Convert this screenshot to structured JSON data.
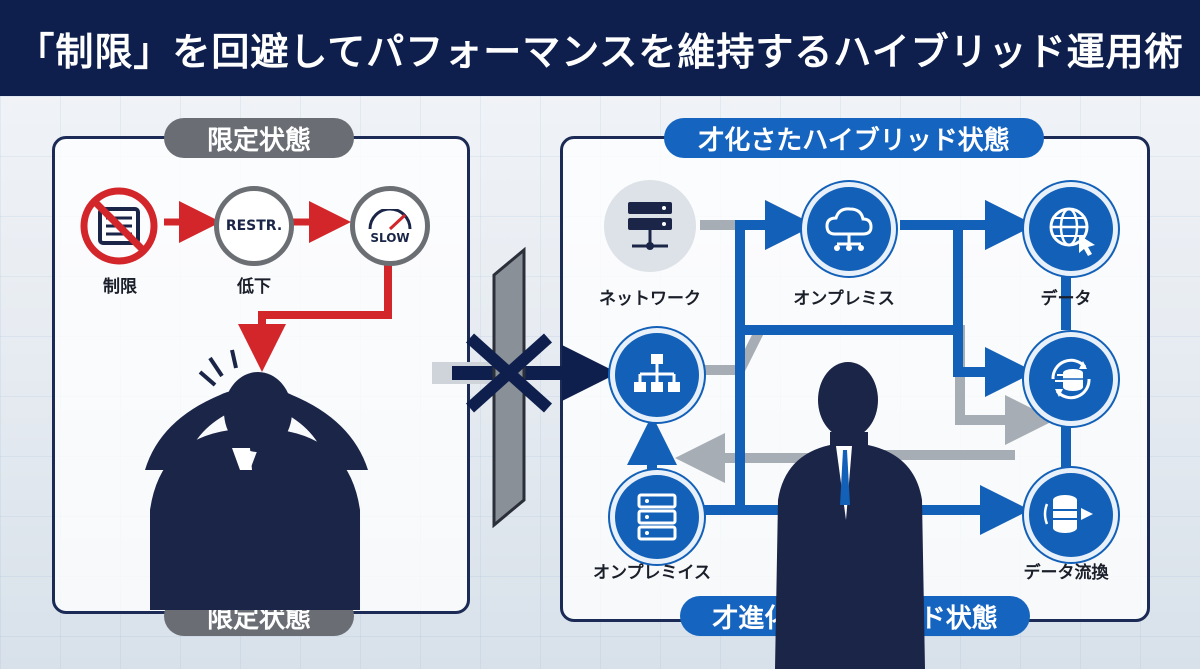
{
  "title": "「制限」を回避してパフォーマンスを維持するハイブリッド運用術",
  "left": {
    "top_label": "限定状態",
    "bottom_label": "限定状態",
    "nodes": [
      {
        "label": "制限",
        "icon": "restricted-server-icon"
      },
      {
        "label": "低下",
        "icon_text": "RESTR."
      },
      {
        "icon_text": "SLOW",
        "icon": "speedometer-icon"
      }
    ]
  },
  "right": {
    "top_label": "才化さたハイブリッド状態",
    "bottom_label": "才進化ハイブリッド状態",
    "nodes": [
      {
        "label": "ネットワーク",
        "icon": "server-rack-icon"
      },
      {
        "label": "オンプレミス",
        "icon": "cloud-network-icon"
      },
      {
        "label": "データ",
        "icon": "globe-cursor-icon"
      },
      {
        "label": "",
        "icon": "hierarchy-icon"
      },
      {
        "label": "",
        "icon": "database-sync-icon"
      },
      {
        "label": "オンプレミイス",
        "icon": "server-stack-icon"
      },
      {
        "label": "データ流換",
        "icon": "database-transfer-icon"
      }
    ]
  },
  "colors": {
    "header_bg": "#0e1f4d",
    "accent_blue": "#1260b8",
    "accent_red": "#d3262b",
    "gray": "#6a6e74"
  }
}
